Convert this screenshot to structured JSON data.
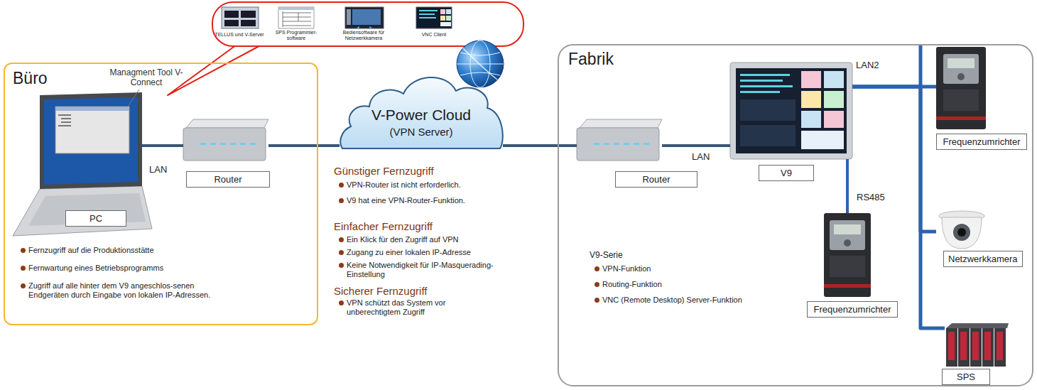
{
  "diagram": {
    "nodes": [
      {
        "text": [
          "TELLUS und V-Server",
          "SPS Programmier-software",
          "Bediensoftware für Netzwerkkamera",
          "VNC Client"
        ]
      },
      {
        "text": [
          "Büro"
        ]
      },
      {
        "text": [
          "PC"
        ],
        "in": 1
      },
      {
        "text": [
          "Router"
        ],
        "in": 1
      },
      {
        "text": [
          "V-Power Cloud",
          "(VPN Server)"
        ]
      },
      {
        "text": [
          "Fabrik"
        ]
      },
      {
        "text": [
          "Router"
        ],
        "in": 5
      },
      {
        "text": [
          "V9"
        ],
        "in": 5
      },
      {
        "text": [
          "Frequenzumrichter"
        ],
        "in": 5
      },
      {
        "text": [
          "Netzwerkkamera"
        ],
        "in": 5
      },
      {
        "text": [
          "Frequenzumrichter"
        ],
        "in": 5
      },
      {
        "text": [
          "SPS"
        ],
        "in": 5
      }
    ],
    "edges": [
      {
        "from": 2,
        "to": 3,
        "arrow": "none",
        "label": "LAN"
      },
      {
        "from": 3,
        "to": 4,
        "arrow": "none"
      },
      {
        "from": 4,
        "to": 6,
        "arrow": "none"
      },
      {
        "from": 6,
        "to": 7,
        "arrow": "none",
        "label": "LAN"
      },
      {
        "from": 7,
        "to": 8,
        "arrow": "none",
        "label": "LAN2"
      },
      {
        "from": 7,
        "to": 9,
        "arrow": "none"
      },
      {
        "from": 7,
        "to": 11,
        "arrow": "none"
      },
      {
        "from": 7,
        "to": 10,
        "arrow": "none",
        "label": "RS485"
      }
    ],
    "labels": [
      "Managment Tool V-Connect",
      "Fernzugriff auf die Produktionsstätte",
      "Fernwartung eines Betriebsprogramms",
      "Zugriff auf alle hinter dem V9 angeschlos-senen Endgeräten durch Eingabe von lokalen IP-Adressen.",
      "Günstiger Fernzugriff",
      "VPN-Router ist nicht erforderlich.",
      "V9 hat eine VPN-Router-Funktion.",
      "Einfacher Fernzugriff",
      "Ein Klick für den Zugriff auf VPN",
      "Zugang zu einer lokalen IP-Adresse",
      "Keine Notwendigkeit für IP-Masquerading-Einstellung",
      "Sicherer Fernzugriff",
      "VPN schützt das System vor unberechtigtem Zugriff",
      "V9-Serie",
      "VPN-Funktion",
      "Routing-Funktion",
      "VNC (Remote Desktop) Server-Funktion"
    ]
  }
}
